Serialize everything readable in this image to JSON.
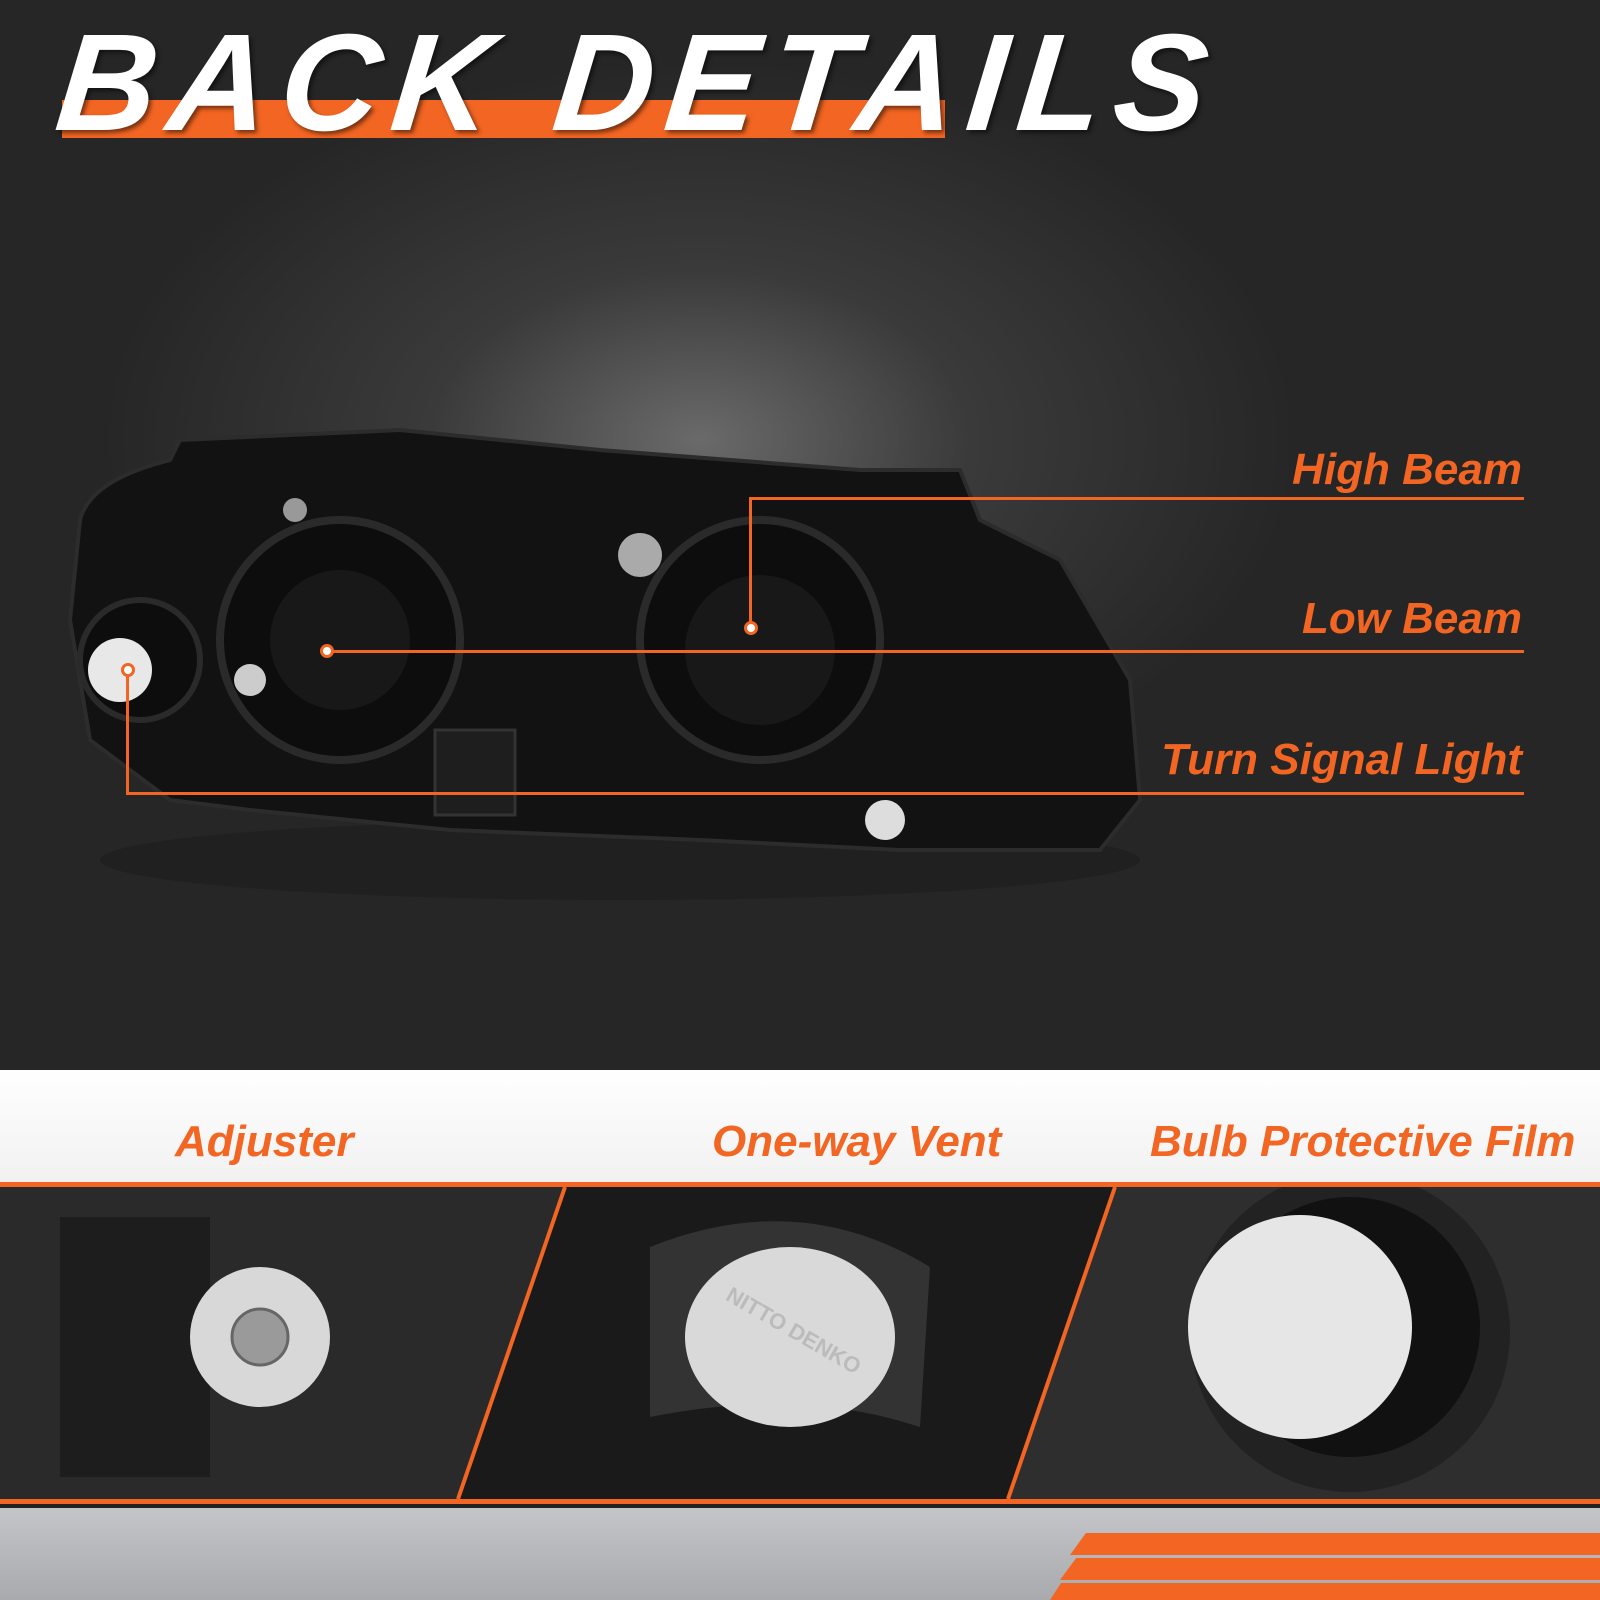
{
  "title": "BACK DETAILS",
  "callouts": [
    {
      "label": "High Beam"
    },
    {
      "label": "Low Beam"
    },
    {
      "label": "Turn Signal Light"
    }
  ],
  "details": [
    {
      "label": "Adjuster"
    },
    {
      "label": "One-way Vent"
    },
    {
      "label": "Bulb Protective Film"
    }
  ],
  "vent_cap_text": "NITTO DENKO",
  "colors": {
    "accent": "#f26522",
    "background": "#2a2a2a",
    "band": "#ffffff",
    "footer": "#b5b6b9"
  }
}
